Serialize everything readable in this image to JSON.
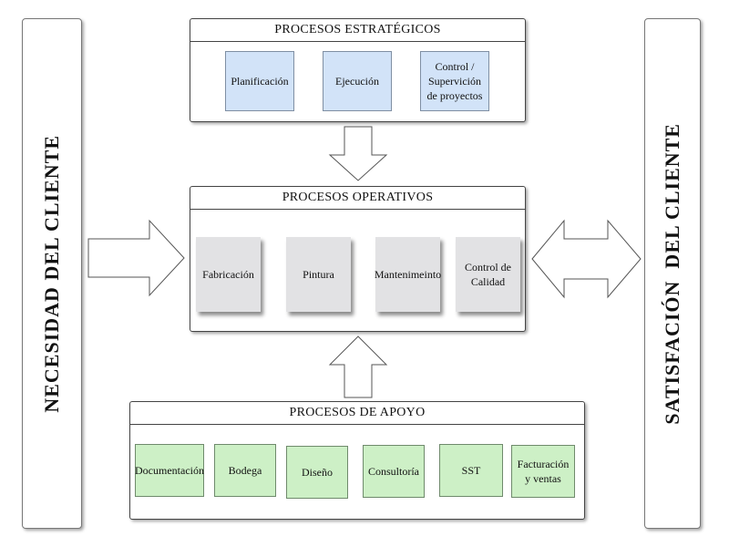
{
  "left_banner": "NECESIDAD DEL CLIENTE",
  "right_banner": "SATISFACIÓN  DEL CLIENTE",
  "strategic": {
    "title": "PROCESOS ESTRATÉGICOS",
    "items": [
      "Planificación",
      "Ejecución",
      "Control /\nSupervición\nde proyectos"
    ]
  },
  "operative": {
    "title": "PROCESOS OPERATIVOS",
    "items": [
      "Fabricación",
      "Pintura",
      "Mantenimeinto",
      "Control de\nCalidad"
    ]
  },
  "support": {
    "title": "PROCESOS DE APOYO",
    "items": [
      "Documentación",
      "Bodega",
      "Diseño",
      "Consultoría",
      "SST",
      "Facturación\ny ventas"
    ]
  },
  "colors": {
    "strategic_box": "#d2e3f8",
    "operative_box": "#e2e2e4",
    "support_box": "#cdf0c6"
  }
}
